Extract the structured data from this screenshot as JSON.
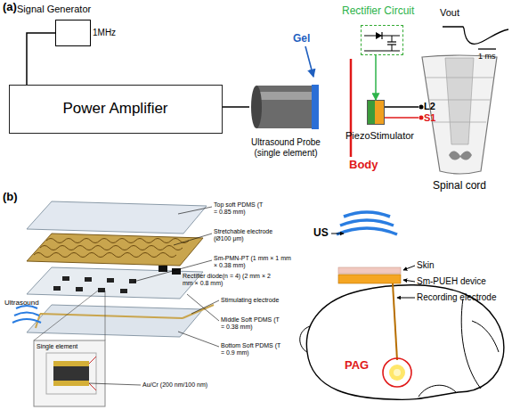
{
  "diagram": {
    "nodes": [
      {
        "text": [
          "Signal Generator"
        ]
      },
      {
        "text": [
          "Power Amplifier"
        ]
      },
      {
        "text": [
          "Ultrasound Probe (single element)"
        ]
      },
      {
        "text": [
          "Rectifier Circuit"
        ]
      },
      {
        "text": [
          "PiezoStimulator"
        ]
      },
      {
        "text": [
          "Spinal cord"
        ]
      },
      {
        "text": [
          "PAG"
        ]
      }
    ],
    "edges": [
      {
        "from": 0,
        "to": 1,
        "arrow": "none"
      },
      {
        "from": 1,
        "to": 2,
        "arrow": "none"
      },
      {
        "from": 3,
        "to": 4,
        "arrow": "to"
      },
      {
        "from": 4,
        "to": 5,
        "arrow": "none",
        "label": "L2"
      },
      {
        "from": 4,
        "to": 5,
        "arrow": "none",
        "label": "S1"
      }
    ],
    "labels": [
      "(a)",
      "1MHz",
      "Gel",
      "Body",
      "Vout",
      "1 ms",
      "(b)",
      "Top soft PDMS (T = 0.85 mm)",
      "Stretchable electrode (Ø100 μm)",
      "Sm-PMN-PT (1 mm × 1 mm × 0.38 mm)",
      "Rectifier diode(n = 4) (2 mm × 2 mm × 0.8 mm)",
      "Stimulating electrode",
      "Middle Soft PDMS (T = 0.38 mm)",
      "Bottom Soft PDMS (T = 0.9 mm)",
      "Au/Cr (200 nm/100 nm)",
      "Ultrasound",
      "Single element",
      "US",
      "Skin",
      "Sm-PUEH device",
      "Recording electrode"
    ]
  }
}
